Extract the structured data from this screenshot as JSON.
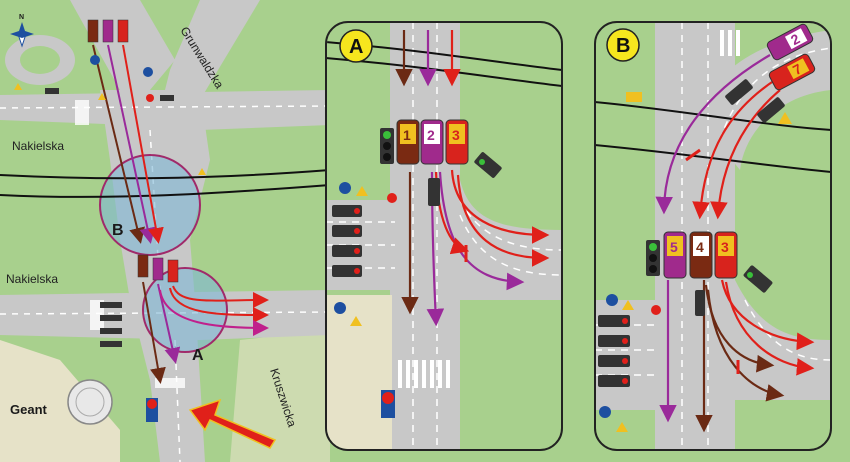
{
  "title": "",
  "overview": {
    "streets": {
      "grunwaldzka": "Grunwaldzka",
      "nakielska_top": "Nakielska",
      "nakielska_bottom": "Nakielska",
      "kruszwicka": "Kruszwicka"
    },
    "zones": {
      "a": "A",
      "b": "B"
    },
    "landmark": "Geant",
    "compass": "N"
  },
  "panel_a": {
    "letter": "A",
    "cars": [
      {
        "num": "1",
        "color": "#7a2a12"
      },
      {
        "num": "2",
        "color": "#a02a8c"
      },
      {
        "num": "3",
        "color": "#d8231d"
      }
    ]
  },
  "panel_b": {
    "letter": "B",
    "cars": [
      {
        "num": "5",
        "color": "#a02a8c"
      },
      {
        "num": "4",
        "color": "#7a2a12"
      },
      {
        "num": "3",
        "color": "#d8231d"
      },
      {
        "num": "2",
        "color": "#a02a8c"
      },
      {
        "num": "7",
        "color": "#d8231d"
      }
    ]
  },
  "colors": {
    "grass": "#a8d08d",
    "road": "#c8c8c8",
    "lane": "#ffffff",
    "zone_fill": "#7fb7d6",
    "zone_stroke": "#a02a6a",
    "arrow_brown": "#6b2a14",
    "arrow_purple": "#9a2a9a",
    "arrow_red": "#e0201a",
    "tram": "#111111"
  }
}
